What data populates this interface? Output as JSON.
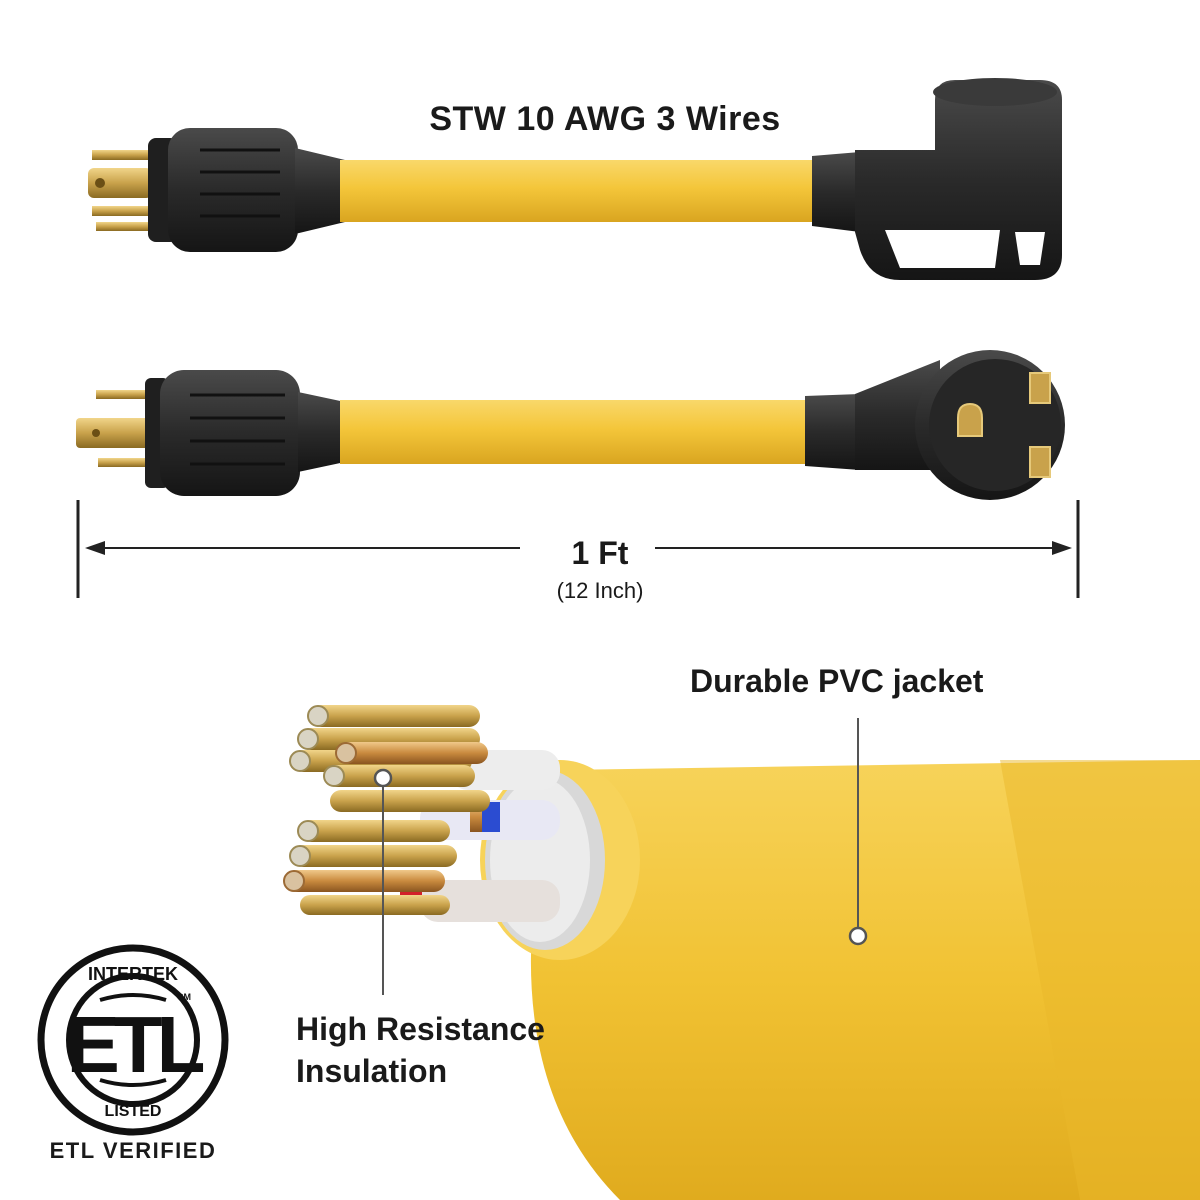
{
  "top_caption": "STW 10 AWG 3 Wires",
  "dimension": {
    "main": "1 Ft",
    "sub": "(12 Inch)"
  },
  "callouts": {
    "jacket": "Durable PVC jacket",
    "insulation_line1": "High Resistance",
    "insulation_line2": "Insulation"
  },
  "certification": {
    "seal_top": "INTERTEK",
    "seal_mark": "ETL",
    "seal_bottom": "LISTED",
    "seal_cm": "CM",
    "caption": "ETL VERIFIED"
  },
  "colors": {
    "cord_yellow": "#f4c63a",
    "cord_yellow_dark": "#d9a520",
    "plug_black": "#2a2a2a",
    "brass": "#c9a24b",
    "conductor_blue": "#2b4cd1",
    "conductor_red": "#d2202a"
  }
}
